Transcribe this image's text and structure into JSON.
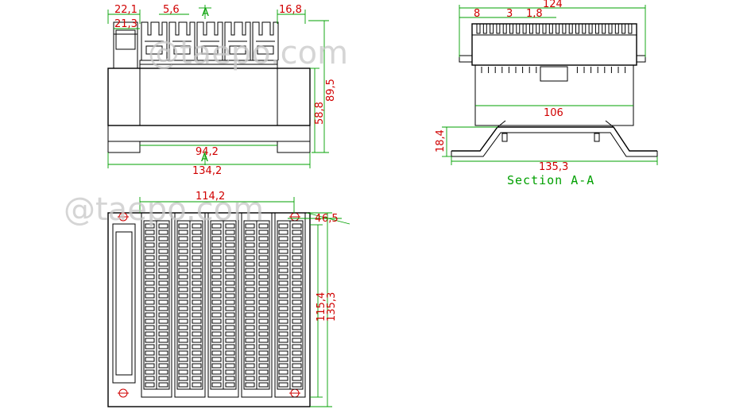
{
  "watermark": "@taepo.com",
  "front_view": {
    "dims": {
      "d22_1": "22,1",
      "d5_6": "5,6",
      "section_mark_top": "A",
      "d16_8": "16,8",
      "d21_3": "21,3",
      "d89_5": "89,5",
      "d58_8": "58,8",
      "d94_2": "94,2",
      "section_mark_bottom": "A",
      "d134_2": "134,2"
    }
  },
  "section_view": {
    "dims": {
      "d124": "124",
      "d8": "8",
      "d3": "3",
      "d1_8": "1,8",
      "d106": "106",
      "d18_4": "18,4",
      "d135_3": "135,3"
    },
    "caption": "Section  A-A"
  },
  "top_view": {
    "dims": {
      "d114_2": "114,2",
      "d4": "4",
      "d6_5": "6,5",
      "d115_4": "115,4",
      "d135_3": "135,3"
    }
  }
}
